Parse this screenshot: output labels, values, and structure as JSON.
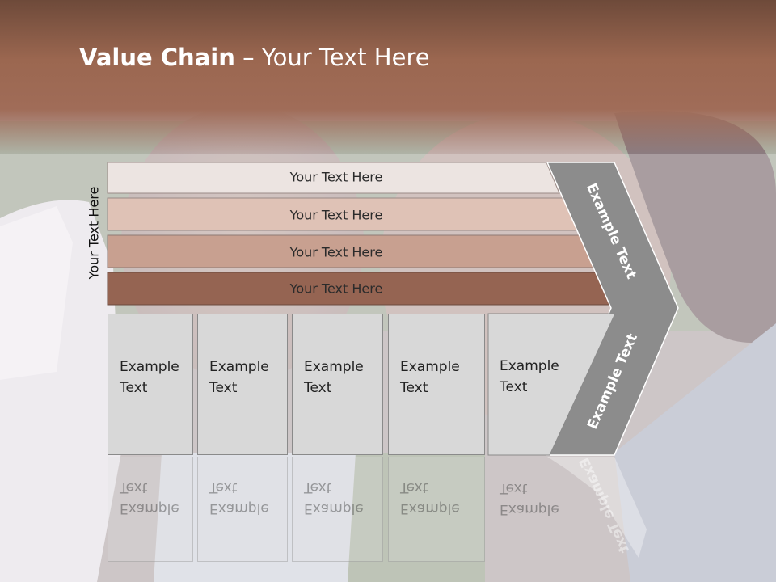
{
  "slide": {
    "title_bold": "Value Chain",
    "title_rest": " – Your Text Here",
    "side_label": "Your Text Here",
    "rows": [
      {
        "label": "Your Text Here",
        "color": "#ece4e1"
      },
      {
        "label": "Your Text Here",
        "color": "#dfc2b6"
      },
      {
        "label": "Your Text Here",
        "color": "#c8a090"
      },
      {
        "label": "Your Text Here",
        "color": "#956452"
      }
    ],
    "boxes": [
      {
        "line1": "Example",
        "line2": "Text"
      },
      {
        "line1": "Example",
        "line2": "Text"
      },
      {
        "line1": "Example",
        "line2": "Text"
      },
      {
        "line1": "Example",
        "line2": "Text"
      },
      {
        "line1": "Example",
        "line2": "Text"
      }
    ],
    "chevron_top": "Example Text",
    "chevron_bottom": "Example Text",
    "colors": {
      "header": "#8e5a45",
      "chevron": "#8c8c8c",
      "box": "#d8d8d8"
    }
  }
}
